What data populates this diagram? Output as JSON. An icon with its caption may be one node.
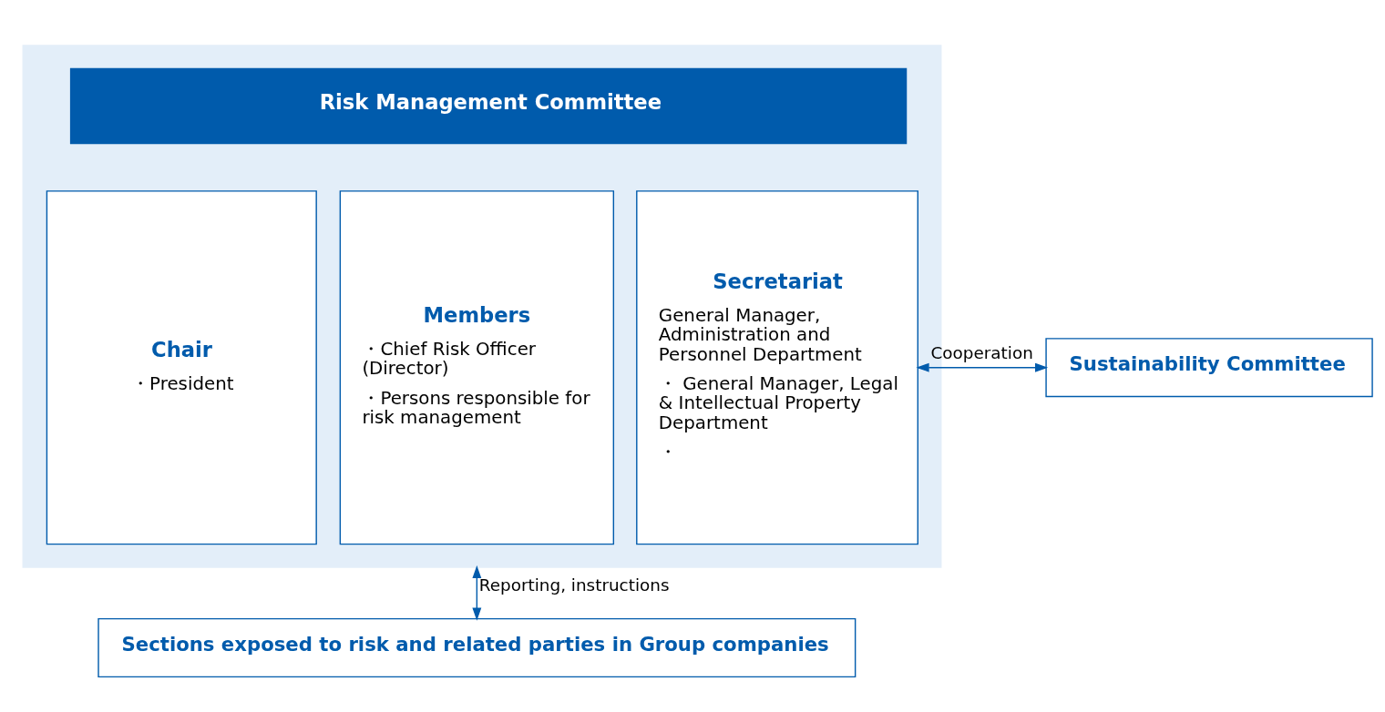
{
  "diagram": {
    "nodes": [
      {
        "text": [],
        "shape": "box"
      },
      {
        "text": [
          "Risk Management Committee"
        ],
        "in": 0
      },
      {
        "text": [
          "Chair",
          "・President"
        ],
        "in": 0
      },
      {
        "text": [
          "Members",
          "・Chief Risk Officer (Director)",
          "・Persons responsible for risk management"
        ],
        "in": 0
      },
      {
        "text": [
          "Secretariat",
          "General Manager, Administration and Personnel Department",
          "・ General Manager, Legal & Intellectual Property Department",
          "・"
        ],
        "in": 0
      },
      {
        "text": [
          "Sustainability Committee"
        ]
      },
      {
        "text": [
          "Sections exposed to risk and related parties in Group companies"
        ]
      }
    ],
    "edges": [
      {
        "from": 4,
        "to": 5,
        "arrow": "both",
        "label": "Cooperation"
      },
      {
        "from": 0,
        "to": 6,
        "arrow": "both",
        "label": "Reporting, instructions"
      }
    ]
  }
}
